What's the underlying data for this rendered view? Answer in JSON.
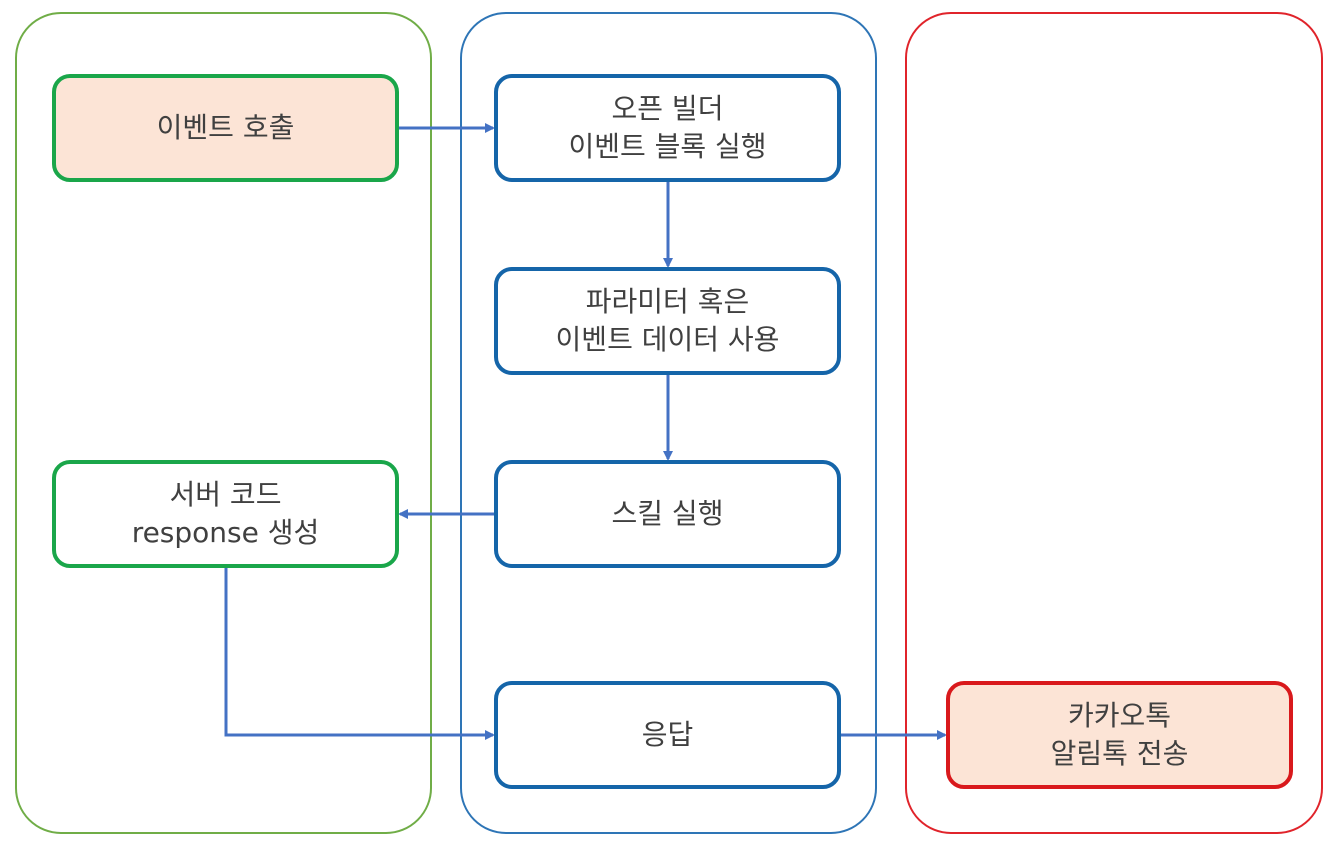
{
  "nodes": {
    "event_call": {
      "lines": [
        "이벤트 호출"
      ]
    },
    "open_builder": {
      "lines": [
        "오픈 빌더",
        "이벤트 블록 실행"
      ]
    },
    "param_use": {
      "lines": [
        "파라미터 혹은",
        "이벤트 데이터 사용"
      ]
    },
    "skill_run": {
      "lines": [
        "스킬 실행"
      ]
    },
    "server_code": {
      "lines": [
        "서버 코드",
        "response 생성"
      ]
    },
    "response": {
      "lines": [
        "응답"
      ]
    },
    "kakao_send": {
      "lines": [
        "카카오톡",
        "알림톡 전송"
      ]
    }
  },
  "colors": {
    "lane_left": "#70ad47",
    "lane_mid": "#2e75b6",
    "lane_right": "#e0242b",
    "node_green": "#1aa64a",
    "node_blue": "#1565a9",
    "node_red": "#d9191c",
    "highlight_fill": "#fce4d6",
    "arrow": "#4472c4",
    "text": "#404040"
  }
}
